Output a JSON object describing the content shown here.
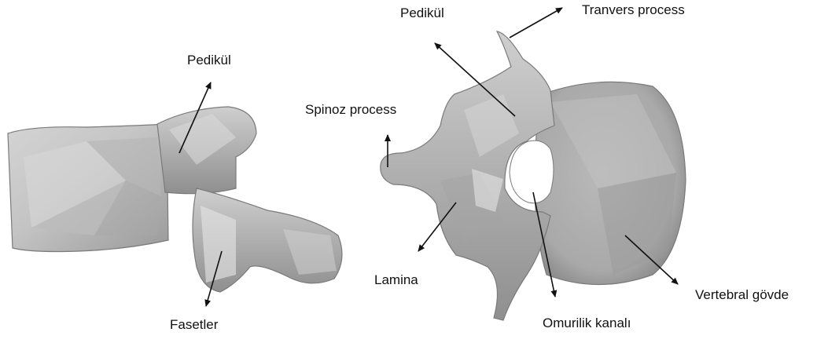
{
  "figure": {
    "background": "#ffffff",
    "model_fill": "#bdbdbd",
    "model_shadow": "#8a8a8a",
    "model_highlight": "#e2e2e2",
    "arrow_color": "#111111"
  },
  "lateral_view": {
    "labels": {
      "pedicle": "Pedikül",
      "facets": "Fasetler"
    }
  },
  "axial_view": {
    "labels": {
      "pedicle": "Pedikül",
      "transverse_process": "Tranvers process",
      "spinous_process": "Spinoz process",
      "lamina": "Lamina",
      "spinal_canal": "Omurilik kanalı",
      "vertebral_body": "Vertebral gövde"
    }
  }
}
